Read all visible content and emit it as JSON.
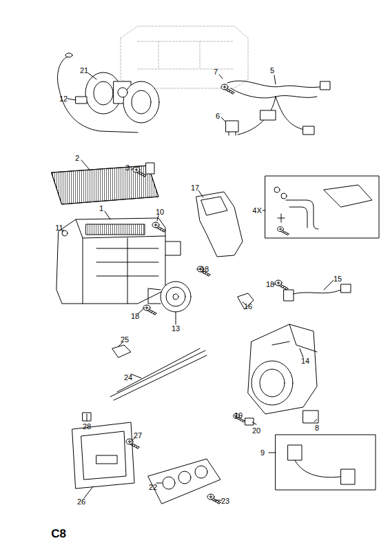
{
  "diagram": {
    "labels": [
      "21",
      "12",
      "7",
      "5",
      "6",
      "2",
      "3",
      "1",
      "10",
      "17",
      "4X",
      "11",
      "18",
      "18",
      "18",
      "16",
      "15",
      "13",
      "25",
      "24",
      "14",
      "28",
      "19",
      "20",
      "8",
      "27",
      "9",
      "26",
      "22",
      "23",
      "C8"
    ]
  }
}
